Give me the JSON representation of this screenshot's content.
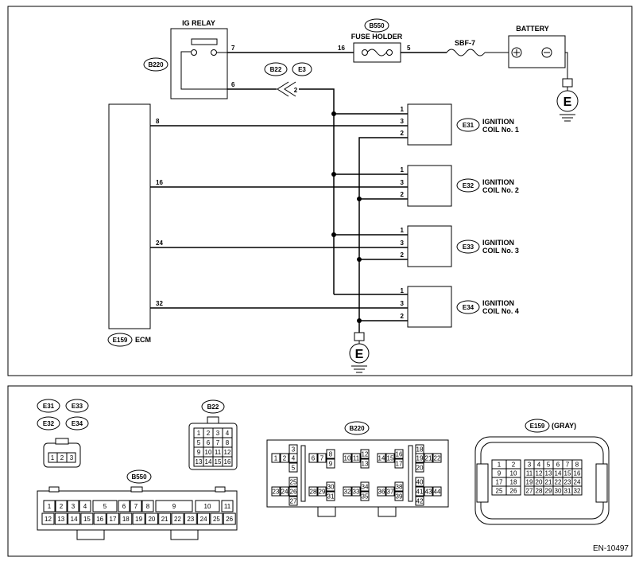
{
  "components": {
    "ig_relay": "IG RELAY",
    "fuse_holder": "FUSE HOLDER",
    "sbf": "SBF-7",
    "battery": "BATTERY",
    "ecm": "ECM",
    "coil1": [
      "IGNITION",
      "COIL No. 1"
    ],
    "coil2": [
      "IGNITION",
      "COIL No. 2"
    ],
    "coil3": [
      "IGNITION",
      "COIL No. 3"
    ],
    "coil4": [
      "IGNITION",
      "COIL No. 4"
    ],
    "ground": "E"
  },
  "connector_ids": {
    "relay": "B220",
    "fuse": "B550",
    "joint_a": "B22",
    "joint_b": "E3",
    "coil1": "E31",
    "coil2": "E32",
    "coil3": "E33",
    "coil4": "E34",
    "ecm": "E159"
  },
  "wire_pins": {
    "relay_out": "7",
    "relay_in": "6",
    "fuse_in": "16",
    "fuse_out": "5",
    "joint": "2",
    "ecm_1": "8",
    "ecm_2": "16",
    "ecm_3": "24",
    "ecm_4": "32",
    "coil_pins": [
      "1",
      "3",
      "2"
    ]
  },
  "connector_views": {
    "coil_ids": [
      "E31",
      "E33",
      "E32",
      "E34"
    ],
    "coil_pins": [
      "1",
      "2",
      "3"
    ],
    "b22_id": "B22",
    "b22_pins": [
      "1",
      "2",
      "3",
      "4",
      "5",
      "6",
      "7",
      "8",
      "9",
      "10",
      "11",
      "12",
      "13",
      "14",
      "15",
      "16"
    ],
    "b550_id": "B550",
    "b550_top": [
      "1",
      "2",
      "3",
      "4",
      "5",
      "6",
      "7",
      "8",
      "9",
      "10",
      "11"
    ],
    "b550_bottom": [
      "12",
      "13",
      "14",
      "15",
      "16",
      "17",
      "18",
      "19",
      "20",
      "21",
      "22",
      "23",
      "24",
      "25",
      "26"
    ],
    "b220_id": "B220",
    "b220_pins": [
      "1",
      "2",
      "3",
      "4",
      "5",
      "6",
      "7",
      "8",
      "9",
      "10",
      "11",
      "12",
      "13",
      "14",
      "15",
      "16",
      "17",
      "18",
      "19",
      "20",
      "21",
      "22",
      "23",
      "24",
      "25",
      "26",
      "27",
      "28",
      "29",
      "30",
      "31",
      "32",
      "33",
      "34",
      "35",
      "36",
      "37",
      "38",
      "39",
      "40",
      "41",
      "42",
      "43",
      "44"
    ],
    "e159_id": "E159",
    "e159_note": "(GRAY)",
    "e159_pins": [
      "1",
      "2",
      "3",
      "4",
      "5",
      "6",
      "7",
      "8",
      "9",
      "10",
      "11",
      "12",
      "13",
      "14",
      "15",
      "16",
      "17",
      "18",
      "19",
      "20",
      "21",
      "22",
      "23",
      "24",
      "25",
      "26",
      "27",
      "28",
      "29",
      "30",
      "31",
      "32"
    ]
  },
  "figure_id": "EN-10497"
}
